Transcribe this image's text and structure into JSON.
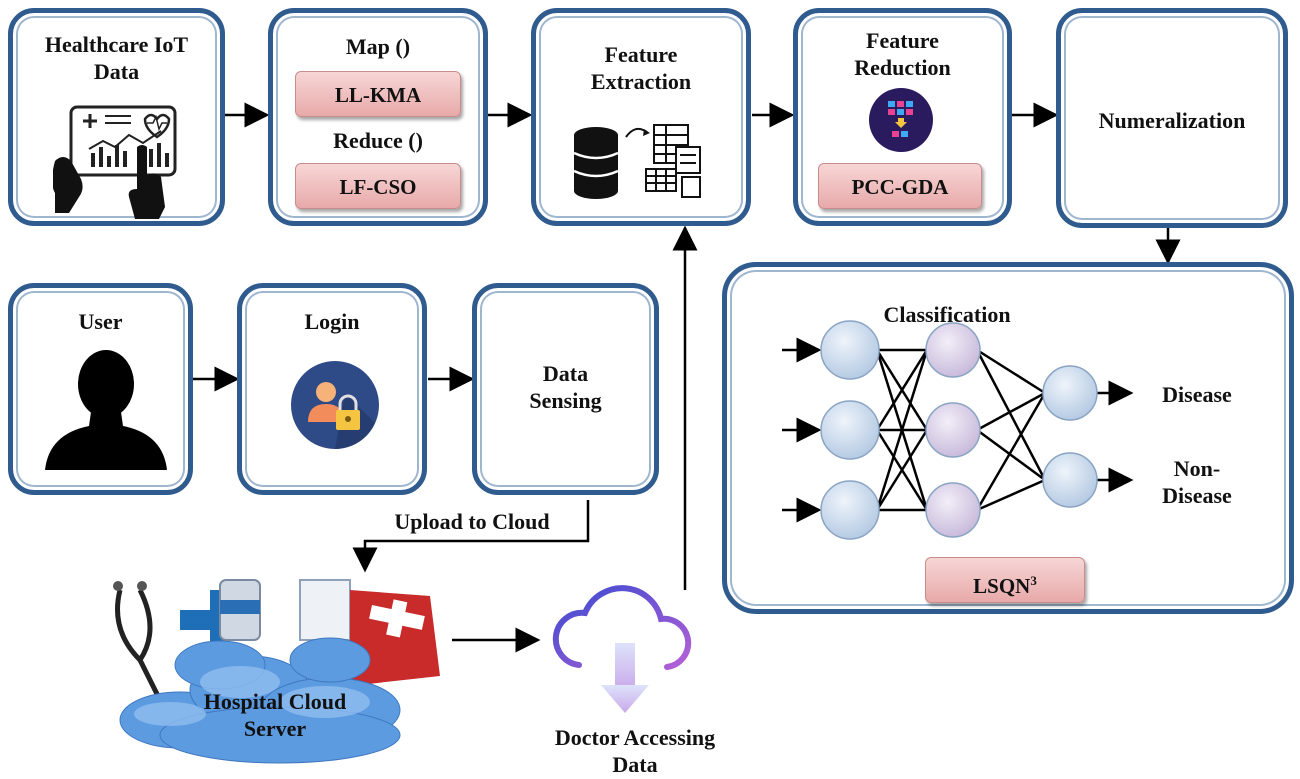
{
  "boxes": {
    "iot": {
      "title": "Healthcare IoT Data"
    },
    "mapreduce": {
      "map": "Map ()",
      "map_algo": "LL-KMA",
      "reduce": "Reduce ()",
      "reduce_algo": "LF-CSO"
    },
    "feature_extraction": {
      "title": "Feature Extraction"
    },
    "feature_reduction": {
      "title": "Feature Reduction",
      "algo": "PCC-GDA"
    },
    "numeralization": {
      "title": "Numeralization"
    },
    "user": {
      "title": "User"
    },
    "login": {
      "title": "Login"
    },
    "data_sensing": {
      "title": "Data Sensing"
    },
    "classification": {
      "title": "Classification",
      "algo": "LSQN",
      "algo_sup": "3",
      "outputs": [
        "Disease",
        "Non-Disease"
      ]
    }
  },
  "labels": {
    "upload": "Upload to Cloud",
    "hospital": "Hospital Cloud Server",
    "doctor": "Doctor Accessing Data"
  },
  "colors": {
    "box_border": "#2f5b8f",
    "pill": "#e8a9a9",
    "node_blue": "#c9d9ec",
    "node_purple": "#d8cfe6"
  }
}
